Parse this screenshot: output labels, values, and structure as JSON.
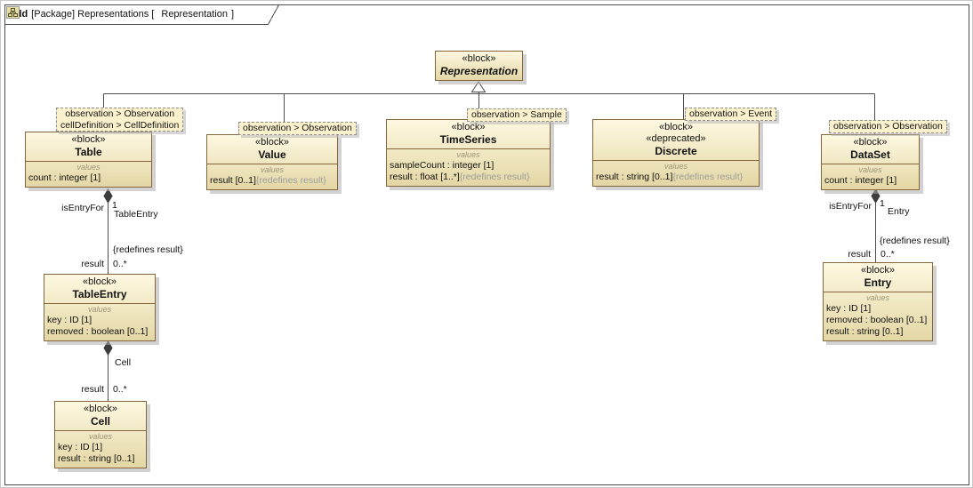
{
  "frame": {
    "keyword": "bdd",
    "context": "[Package] Representations [",
    "diagram_name": "Representation",
    "close_bracket": "]"
  },
  "blocks": {
    "representation": {
      "stereotype": "«block»",
      "name": "Representation"
    },
    "table": {
      "labels": [
        "observation > Observation",
        "cellDefinition > CellDefinition"
      ],
      "stereotype": "«block»",
      "name": "Table",
      "values_label": "values",
      "attrs": [
        {
          "t": "count : integer [1]",
          "g": ""
        }
      ]
    },
    "value": {
      "labels": [
        "observation > Observation"
      ],
      "stereotype": "«block»",
      "name": "Value",
      "values_label": "values",
      "attrs": [
        {
          "t": "result [0..1]",
          "g": "{redefines result}"
        }
      ]
    },
    "timeseries": {
      "labels": [
        "observation > Sample"
      ],
      "stereotype": "«block»",
      "name": "TimeSeries",
      "values_label": "values",
      "attrs": [
        {
          "t": "sampleCount : integer [1]",
          "g": ""
        },
        {
          "t": "result : float [1..*]",
          "g": "{redefines result}"
        }
      ]
    },
    "discrete": {
      "labels": [
        "observation > Event"
      ],
      "stereotype": "«block»",
      "stereotype2": "«deprecated»",
      "name": "Discrete",
      "values_label": "values",
      "attrs": [
        {
          "t": "result : string [0..1]",
          "g": "{redefines result}"
        }
      ]
    },
    "dataset": {
      "labels": [
        "observation > Observation"
      ],
      "stereotype": "«block»",
      "name": "DataSet",
      "values_label": "values",
      "attrs": [
        {
          "t": "count : integer [1]",
          "g": ""
        }
      ]
    },
    "tableentry": {
      "stereotype": "«block»",
      "name": "TableEntry",
      "values_label": "values",
      "attrs": [
        {
          "t": "key : ID [1]",
          "g": ""
        },
        {
          "t": "removed : boolean [0..1]",
          "g": ""
        }
      ]
    },
    "cell": {
      "stereotype": "«block»",
      "name": "Cell",
      "values_label": "values",
      "attrs": [
        {
          "t": "key : ID [1]",
          "g": ""
        },
        {
          "t": "result : string [0..1]",
          "g": ""
        }
      ]
    },
    "entry": {
      "stereotype": "«block»",
      "name": "Entry",
      "values_label": "values",
      "attrs": [
        {
          "t": "key : ID [1]",
          "g": ""
        },
        {
          "t": "removed : boolean [0..1]",
          "g": ""
        },
        {
          "t": "result : string [0..1]",
          "g": ""
        }
      ]
    }
  },
  "connectors": {
    "table_tableentry": {
      "role_source": "isEntryFor",
      "mult_source": "1",
      "part_name": "TableEntry",
      "constraint": "{redefines result}",
      "role_target": "result",
      "mult_target": "0..*"
    },
    "tableentry_cell": {
      "part_name": "Cell",
      "role_target": "result",
      "mult_target": "0..*"
    },
    "dataset_entry": {
      "role_source": "isEntryFor",
      "mult_source": "1",
      "part_name": "Entry",
      "constraint": "{redefines result}",
      "role_target": "result",
      "mult_target": "0..*"
    }
  },
  "colors": {
    "block_fill_top": "#FDF8E1",
    "block_fill_bottom": "#E4D7A5",
    "block_border": "#85653C",
    "label_fill": "#FBF2CD",
    "line": "#4D4D4D",
    "muted_text": "#9E9E9E",
    "values_label_text": "#9E9678"
  }
}
